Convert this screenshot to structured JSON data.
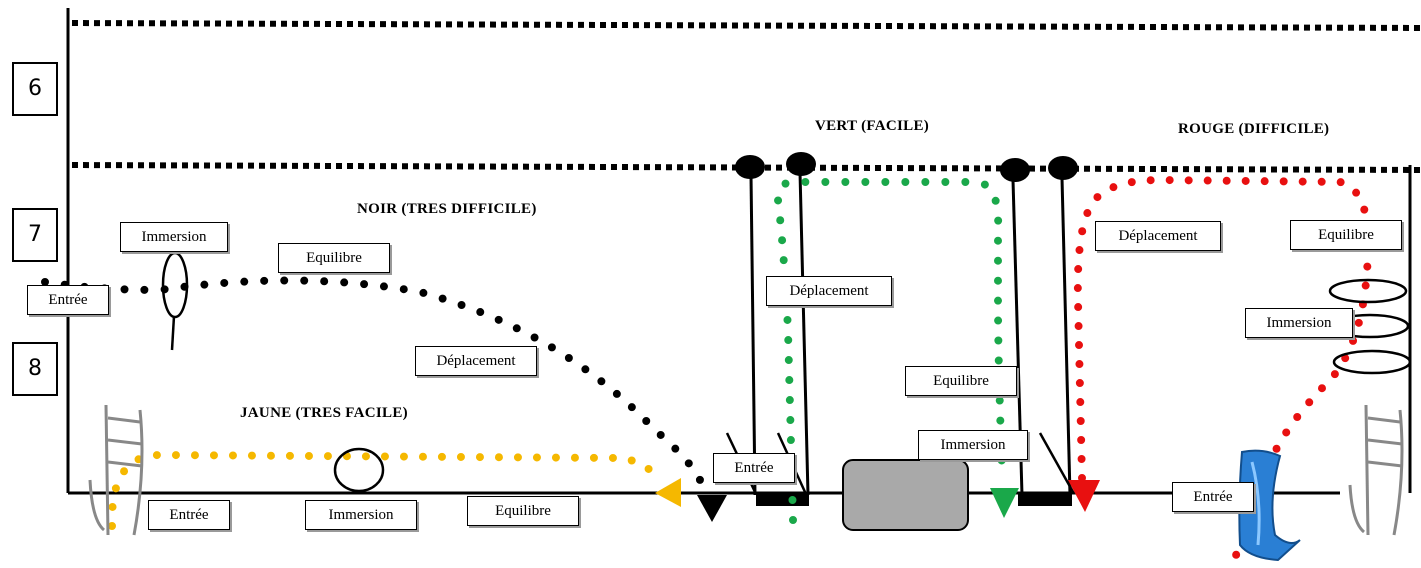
{
  "lanes": [
    "6",
    "7",
    "8"
  ],
  "courses": {
    "noir": {
      "title": "NOIR (TRES DIFFICILE)",
      "color": "#000000"
    },
    "jaune": {
      "title": "JAUNE (TRES FACILE)",
      "color": "#f5b800"
    },
    "vert": {
      "title": "VERT (FACILE)",
      "color": "#1aa84a"
    },
    "rouge": {
      "title": "ROUGE (DIFFICILE)",
      "color": "#e81010"
    }
  },
  "labels": {
    "noir_entree": "Entrée",
    "noir_immersion": "Immersion",
    "noir_equilibre": "Equilibre",
    "noir_deplacement": "Déplacement",
    "jaune_entree": "Entrée",
    "jaune_immersion": "Immersion",
    "jaune_equilibre": "Equilibre",
    "vert_entree": "Entrée",
    "vert_deplacement": "Déplacement",
    "vert_equilibre": "Equilibre",
    "vert_immersion": "Immersion",
    "rouge_deplacement": "Déplacement",
    "rouge_equilibre": "Equilibre",
    "rouge_immersion": "Immersion",
    "rouge_entree": "Entrée"
  },
  "icons": [
    "pool-ladder-icon",
    "water-slide-icon",
    "floating-mat-icon",
    "hoop-icon"
  ]
}
